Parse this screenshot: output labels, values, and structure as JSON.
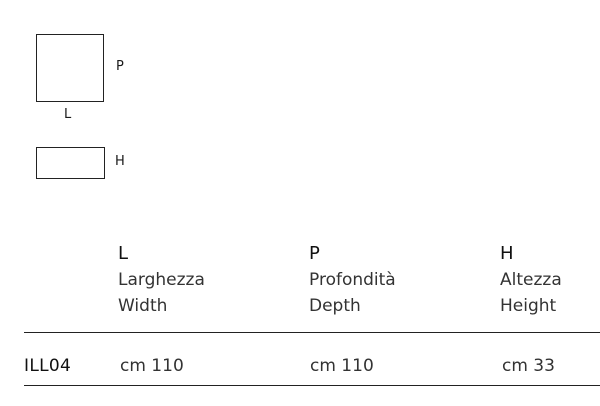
{
  "diagram": {
    "top_label_side": "P",
    "top_label_bottom": "L",
    "bottom_label_side": "H"
  },
  "columns": [
    {
      "letter": "L",
      "it": "Larghezza",
      "en": "Width"
    },
    {
      "letter": "P",
      "it": "Profondità",
      "en": "Depth"
    },
    {
      "letter": "H",
      "it": "Altezza",
      "en": "Height"
    }
  ],
  "rows": [
    {
      "code": "ILL04",
      "values": [
        "cm 110",
        "cm 110",
        "cm 33"
      ]
    }
  ]
}
